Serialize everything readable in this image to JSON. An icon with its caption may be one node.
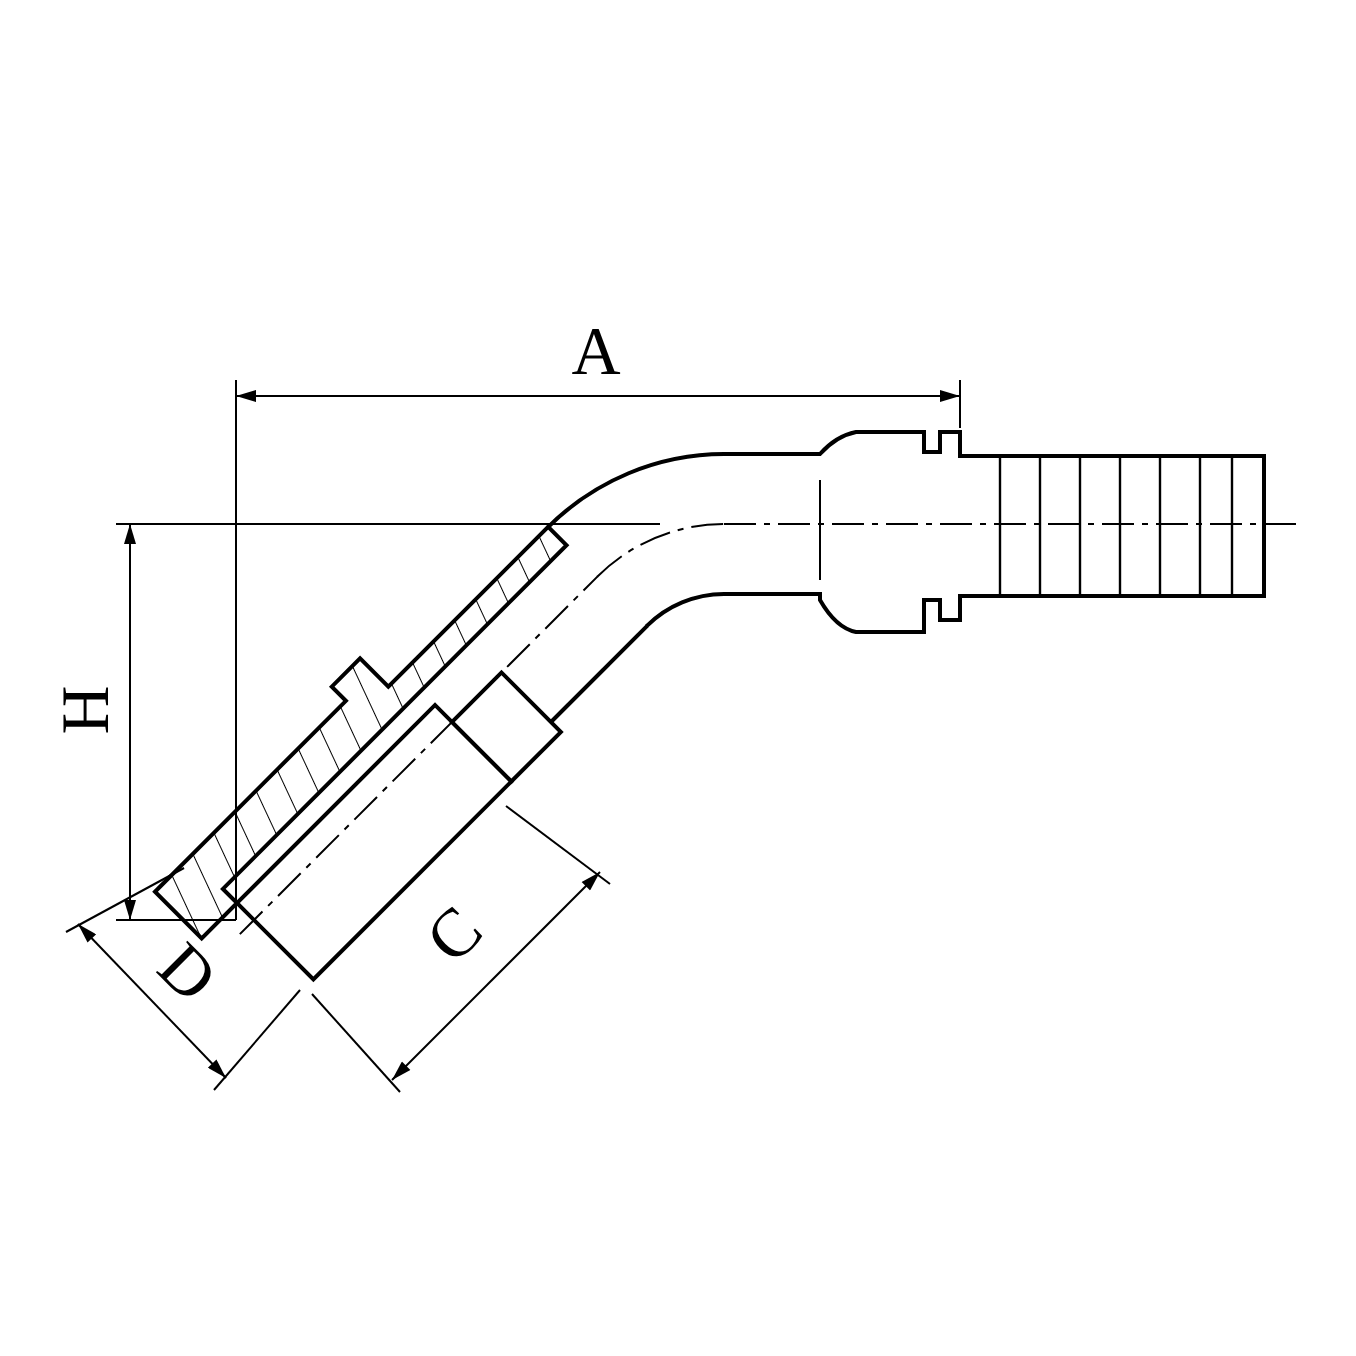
{
  "diagram": {
    "labels": [
      "A",
      "H",
      "D",
      "C"
    ]
  }
}
